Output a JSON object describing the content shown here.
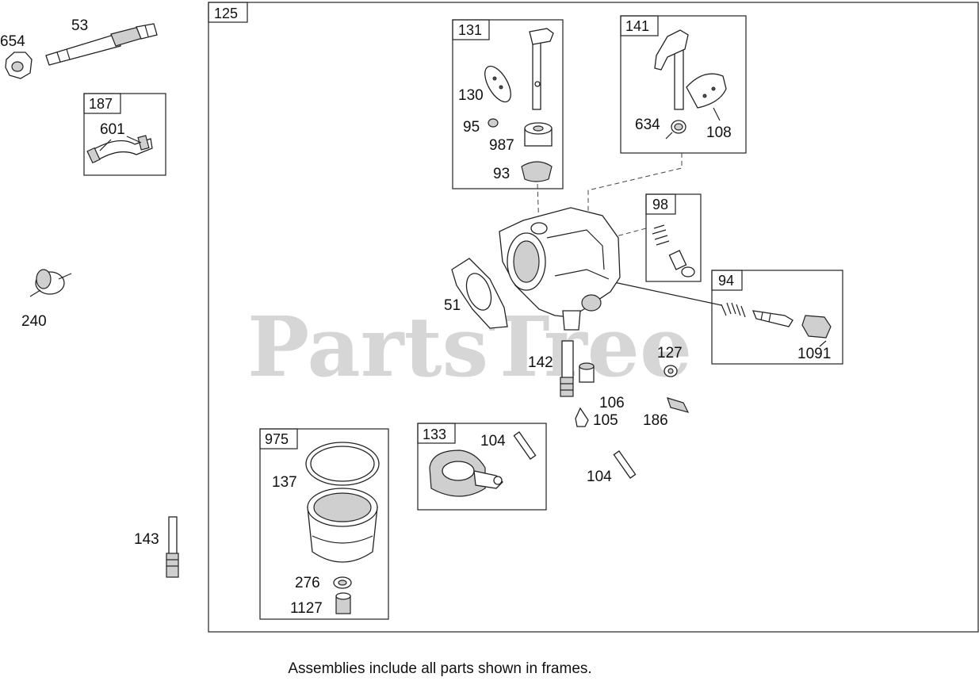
{
  "watermark": "PartsTree",
  "caption": "Assemblies include all parts shown in frames.",
  "frames": {
    "f125": "125",
    "f131": "131",
    "f141": "141",
    "f187": "187",
    "f98": "98",
    "f94": "94",
    "f975": "975",
    "f133": "133"
  },
  "parts": {
    "p654": "654",
    "p53": "53",
    "p601": "601",
    "p240": "240",
    "p143": "143",
    "p130": "130",
    "p95": "95",
    "p987": "987",
    "p93": "93",
    "p634": "634",
    "p108": "108",
    "p51": "51",
    "p142": "142",
    "p127": "127",
    "p1091": "1091",
    "p106": "106",
    "p105": "105",
    "p186": "186",
    "p104a": "104",
    "p104b": "104",
    "p137": "137",
    "p276": "276",
    "p1127": "1127"
  }
}
